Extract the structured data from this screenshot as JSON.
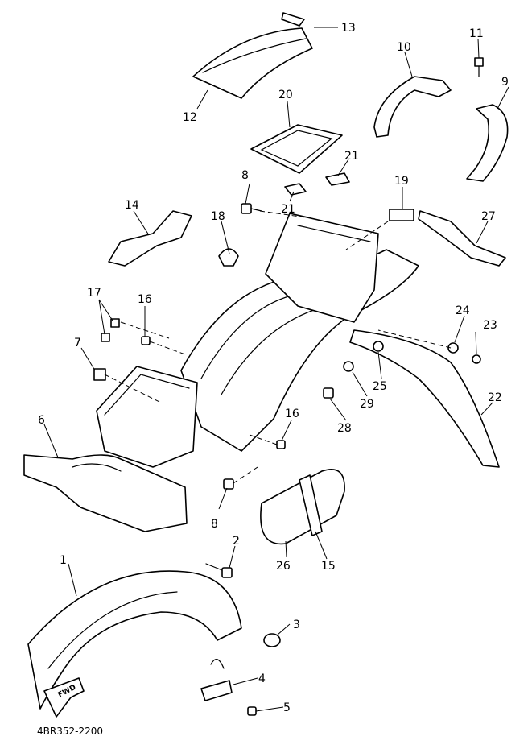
{
  "diagram": {
    "catalog_code": "4BR352-2200",
    "fwd_label": "FWD",
    "callouts": [
      "1",
      "2",
      "3",
      "4",
      "5",
      "6",
      "7",
      "8",
      "8",
      "9",
      "10",
      "11",
      "12",
      "13",
      "14",
      "15",
      "16",
      "16",
      "17",
      "18",
      "19",
      "20",
      "21",
      "21",
      "22",
      "23",
      "24",
      "25",
      "26",
      "27",
      "28",
      "29"
    ]
  }
}
